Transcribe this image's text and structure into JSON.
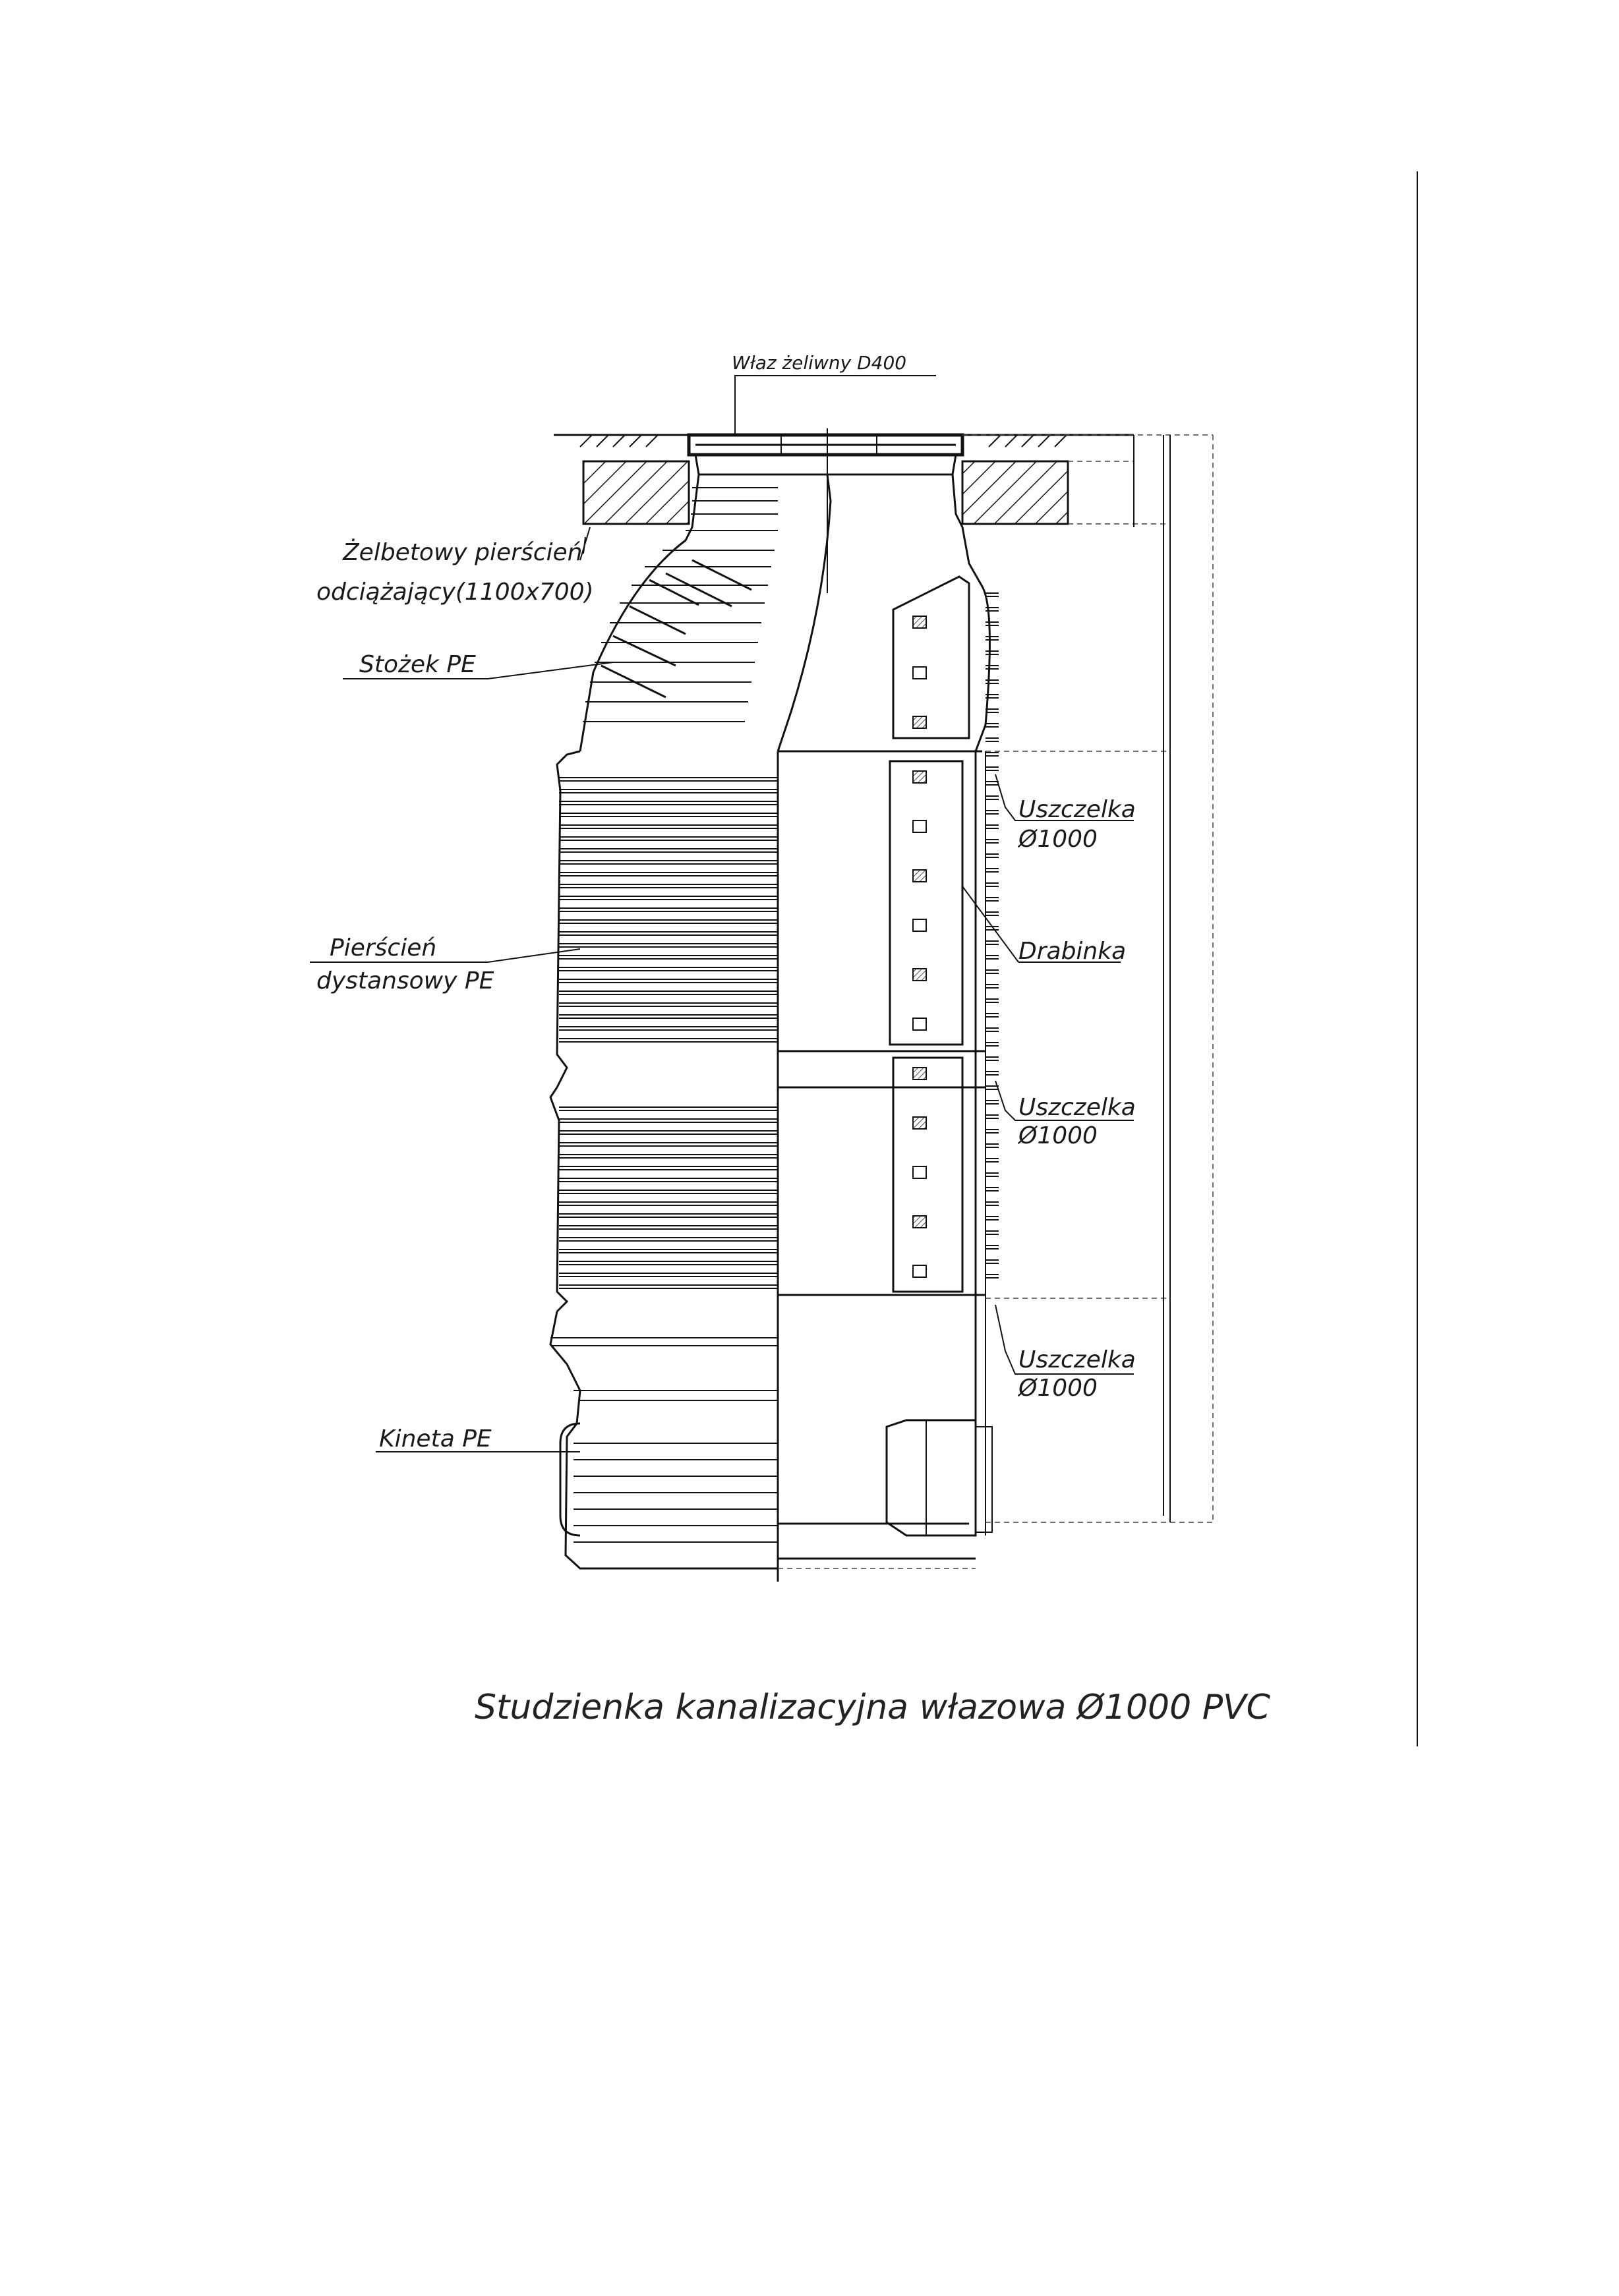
{
  "title": "Studzienka kanalizacyjna włazowa Ø1000 PVC",
  "labels": {
    "manhole_cover": "Właz żeliwny  D400",
    "ring_line1": "Żelbetowy pierścień",
    "ring_line2": "odciążający(1100x700)",
    "cone": "Stożek PE",
    "spacer_line1": "Pierścień",
    "spacer_line2": "dystansowy PE",
    "kineta": "Kineta PE",
    "gasket1_line1": "Uszczelka",
    "gasket1_line2": "Ø1000",
    "ladder": "Drabinka",
    "gasket2_line1": "Uszczelka",
    "gasket2_line2": "Ø1000",
    "gasket3_line1": "Uszczelka",
    "gasket3_line2": "Ø1000"
  }
}
